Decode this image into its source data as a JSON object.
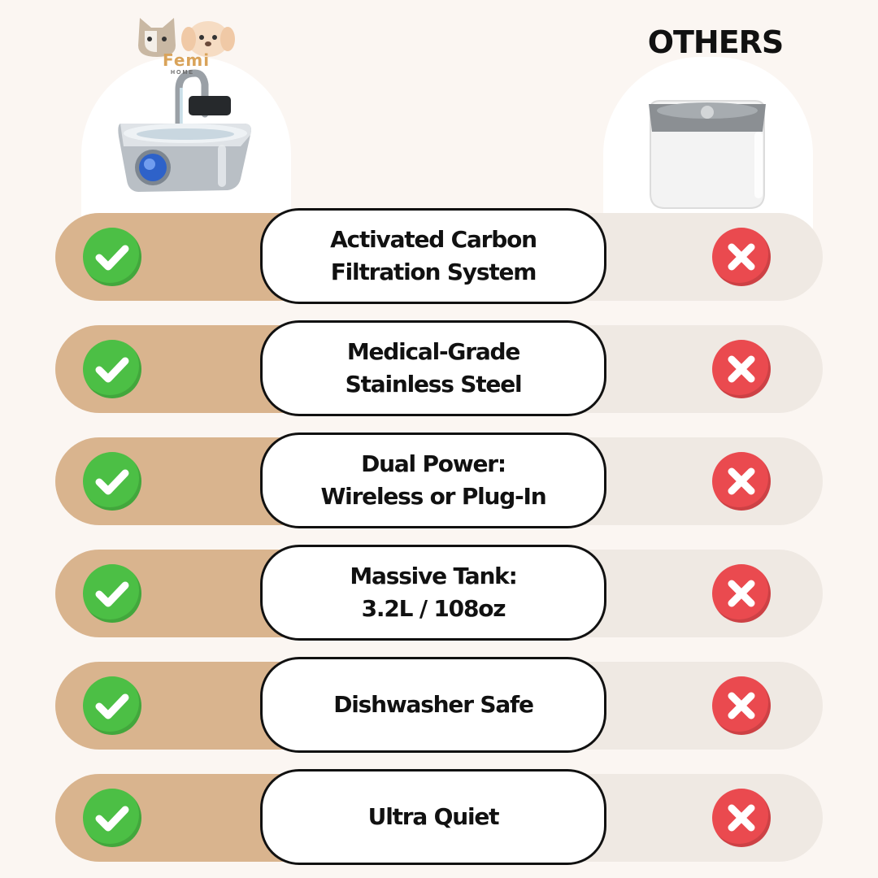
{
  "brand": {
    "name": "Femi",
    "sub": "HOME"
  },
  "competitor_label": "OTHERS",
  "colors": {
    "left_band": "#d9b48e",
    "right_band": "#efe9e3",
    "check": "#4cbf45",
    "cross": "#ea4a4f",
    "background": "#fbf6f2"
  },
  "features": [
    {
      "label": "Activated Carbon\nFiltration System",
      "femi": "check-icon",
      "others": "cross-icon"
    },
    {
      "label": "Medical-Grade\nStainless Steel",
      "femi": "check-icon",
      "others": "cross-icon"
    },
    {
      "label": "Dual Power:\nWireless or Plug-In",
      "femi": "check-icon",
      "others": "cross-icon"
    },
    {
      "label": "Massive Tank:\n3.2L / 108oz",
      "femi": "check-icon",
      "others": "cross-icon"
    },
    {
      "label": "Dishwasher Safe",
      "femi": "check-icon",
      "others": "cross-icon"
    },
    {
      "label": "Ultra Quiet",
      "femi": "check-icon",
      "others": "cross-icon"
    }
  ]
}
